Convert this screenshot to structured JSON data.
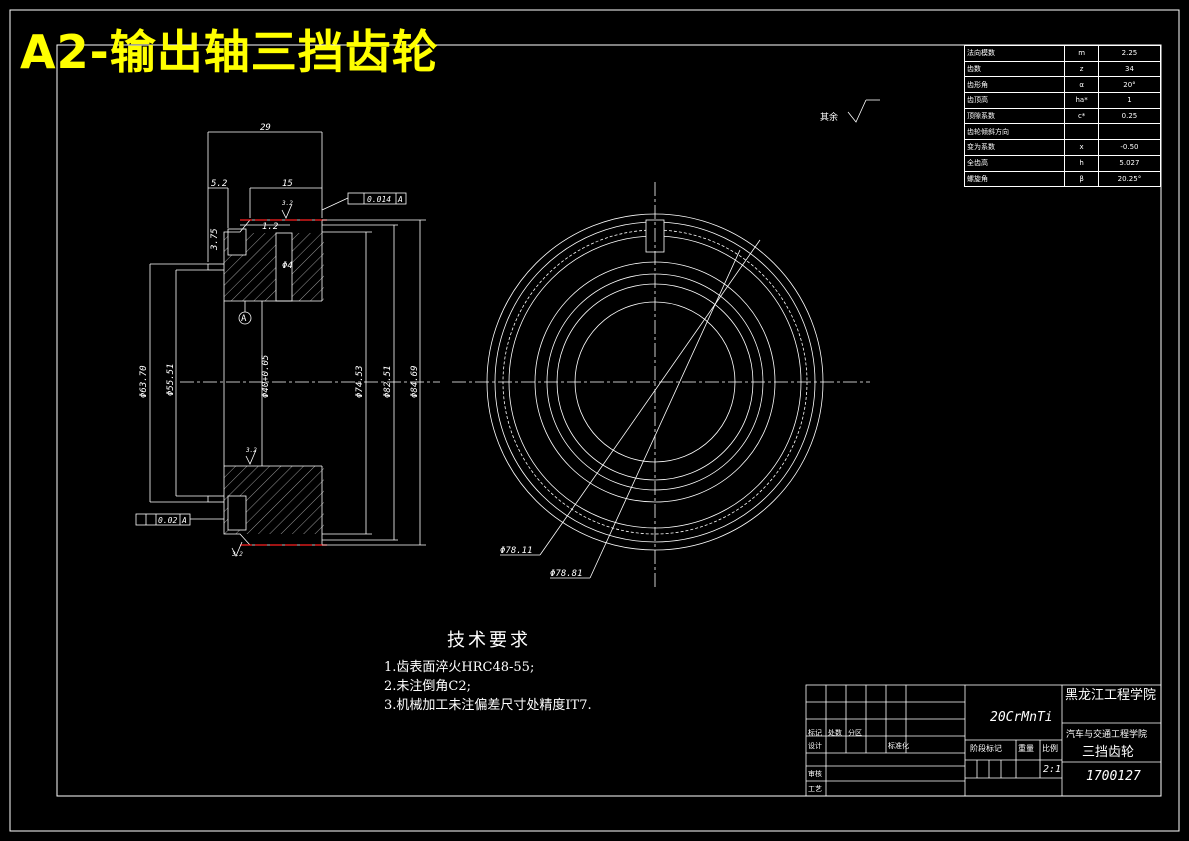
{
  "title": "A2-输出轴三挡齿轮",
  "roughness": {
    "other": "其余"
  },
  "dimensions": {
    "d29": "29",
    "d15": "15",
    "d52": "5.2",
    "d12": "1.2",
    "d375": "3.75",
    "phi4": "Φ4",
    "datum": "A",
    "phi6370": "Φ63.70",
    "phi5551": "Φ55.51",
    "phi40": "Φ40+0.05",
    "phi7453": "Φ74.53",
    "phi8251": "Φ82.51",
    "phi8469": "Φ84.69",
    "phi7811": "Φ78.11",
    "phi7881": "Φ78.81",
    "ra": "3.2"
  },
  "tolerances": {
    "runout": {
      "value": "0.014",
      "datum": "A"
    },
    "flatness": {
      "value": "0.02",
      "datum": "A"
    }
  },
  "tech_requirements": {
    "title": "技术要求",
    "items": [
      "1.齿表面淬火HRC48-55;",
      "2.未注倒角C2;",
      "3.机械加工未注偏差尺寸处精度IT7."
    ]
  },
  "params": [
    {
      "name": "法向模数",
      "sym": "m",
      "val": "2.25"
    },
    {
      "name": "齿数",
      "sym": "z",
      "val": "34"
    },
    {
      "name": "齿形角",
      "sym": "α",
      "val": "20°"
    },
    {
      "name": "齿顶高",
      "sym": "ha*",
      "val": "1"
    },
    {
      "name": "顶隙系数",
      "sym": "c*",
      "val": "0.25"
    },
    {
      "name": "齿轮倾斜方向",
      "sym": "",
      "val": ""
    },
    {
      "name": "变为系数",
      "sym": "x",
      "val": "-0.50"
    },
    {
      "name": "全齿高",
      "sym": "h",
      "val": "5.027"
    },
    {
      "name": "螺旋角",
      "sym": "β",
      "val": "20.25°"
    }
  ],
  "title_block": {
    "material": "20CrMnTi",
    "school": "黑龙江工程学院",
    "dept": "汽车与交通工程学院",
    "part_name": "三挡齿轮",
    "drawing_no": "1700127",
    "scale": "2:1",
    "scale_label": "比例",
    "stage_label": "阶段标记",
    "weight_label": "重量",
    "std_label": "标准化",
    "design_label": "设计",
    "check_label": "审核",
    "process_label": "工艺",
    "mark_label": "标记",
    "count_label": "处数",
    "zone_label": "分区"
  }
}
